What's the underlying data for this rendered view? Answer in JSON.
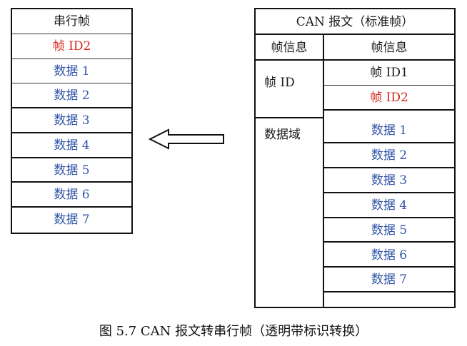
{
  "serial_frame": {
    "title": "串行帧",
    "rows": [
      {
        "text": "帧 ID2",
        "color": "red"
      },
      {
        "text": "数据 1",
        "color": "blue"
      },
      {
        "text": "数据 2",
        "color": "blue"
      },
      {
        "text": "数据 3",
        "color": "blue"
      },
      {
        "text": "数据 4",
        "color": "blue"
      },
      {
        "text": "数据 5",
        "color": "blue"
      },
      {
        "text": "数据 6",
        "color": "blue"
      },
      {
        "text": "数据 7",
        "color": "blue"
      }
    ]
  },
  "can_frame": {
    "title": "CAN 报文（标准帧）",
    "header_left": "帧信息",
    "header_right": "帧信息",
    "id_label": "帧 ID",
    "id_rows": [
      {
        "text": "帧 ID1",
        "color": "black"
      },
      {
        "text": "帧 ID2",
        "color": "red"
      }
    ],
    "data_label": "数据域",
    "data_rows": [
      {
        "text": "数据 1",
        "color": "blue"
      },
      {
        "text": "数据 2",
        "color": "blue"
      },
      {
        "text": "数据 3",
        "color": "blue"
      },
      {
        "text": "数据 4",
        "color": "blue"
      },
      {
        "text": "数据 5",
        "color": "blue"
      },
      {
        "text": "数据 6",
        "color": "blue"
      },
      {
        "text": "数据 7",
        "color": "blue"
      },
      {
        "text": "",
        "color": "blue"
      }
    ]
  },
  "arrow": {
    "direction": "left"
  },
  "caption": "图 5.7 CAN 报文转串行帧（透明带标识转换）",
  "colors": {
    "blue": "#3256a8",
    "red": "#d6281c",
    "line": "#111111"
  }
}
